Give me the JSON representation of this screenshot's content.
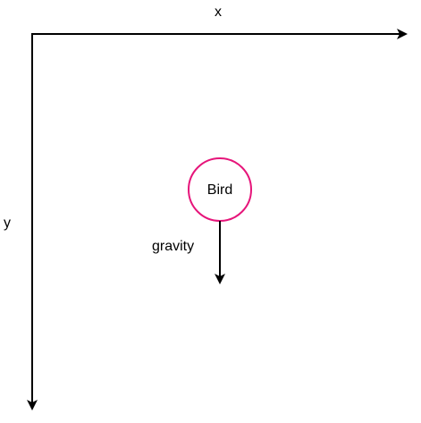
{
  "axes": {
    "x_label": "x",
    "y_label": "y",
    "color": "#000000"
  },
  "bird": {
    "label": "Bird",
    "stroke_color": "#e6157a"
  },
  "gravity": {
    "label": "gravity",
    "color": "#000000"
  }
}
